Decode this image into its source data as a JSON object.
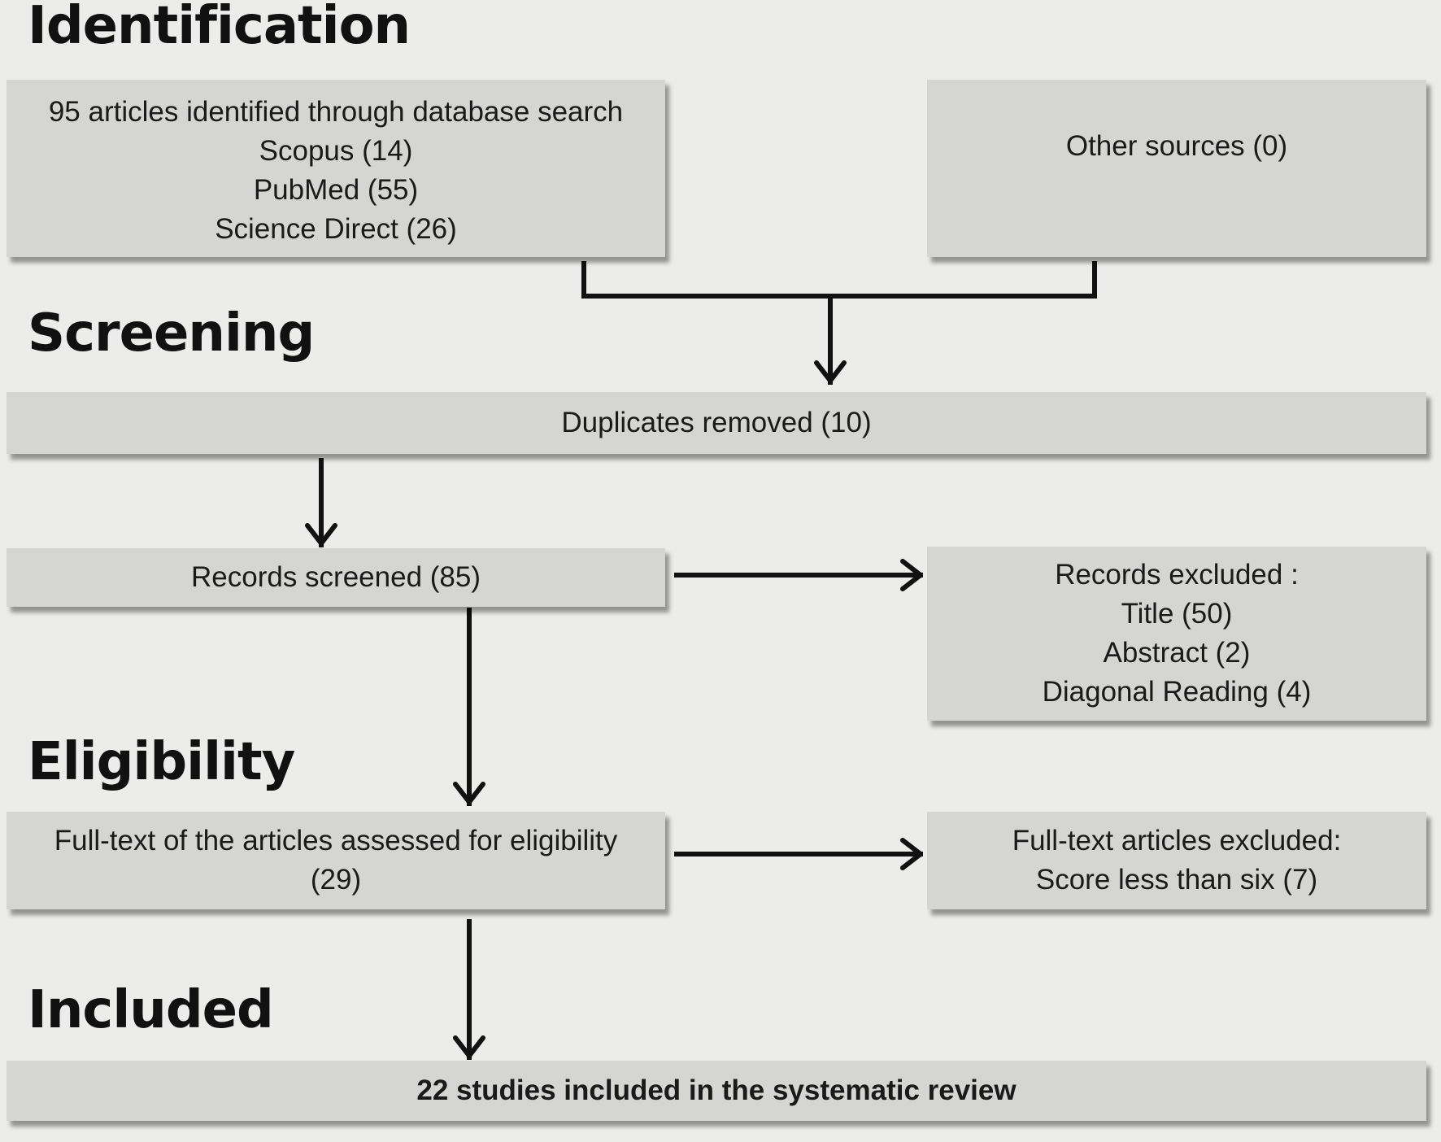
{
  "stages": {
    "identification": "Identification",
    "screening": "Screening",
    "eligibility": "Eligibility",
    "included": "Included"
  },
  "boxes": {
    "database_search": {
      "lines": [
        "95 articles identified through database search",
        "Scopus (14)",
        "PubMed (55)",
        "Science Direct (26)"
      ]
    },
    "other_sources": {
      "lines": [
        "Other sources (0)"
      ]
    },
    "duplicates_removed": {
      "lines": [
        "Duplicates removed (10)"
      ]
    },
    "records_screened": {
      "lines": [
        "Records screened (85)"
      ]
    },
    "records_excluded": {
      "lines": [
        "Records excluded :",
        "Title (50)",
        "Abstract (2)",
        "Diagonal Reading (4)"
      ]
    },
    "full_text_assessed": {
      "lines": [
        "Full-text of the articles assessed for eligibility",
        "(29)"
      ]
    },
    "full_text_excluded": {
      "lines": [
        "Full-text articles excluded:",
        "Score less than six (7)"
      ]
    },
    "included_studies": {
      "lines": [
        "22 studies included in the systematic review"
      ]
    }
  }
}
